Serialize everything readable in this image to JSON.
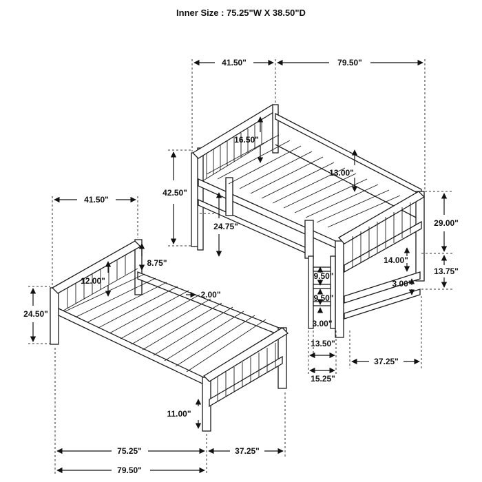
{
  "title": "Inner Size : 75.25\"W X  38.50\"D",
  "top_bed": {
    "width_head": "41.50\"",
    "length": "79.50\"",
    "headboard_height": "16.50\"",
    "slat_gap": "13.00\"",
    "overall_height": "42.50\"",
    "underside_clearance": "24.75\"",
    "side_height": "29.00\"",
    "rail_height": "14.00\"",
    "leg_height": "13.75\"",
    "foot_gap": "3.00\""
  },
  "ladder": {
    "step_spacing_1": "9.50\"",
    "step_spacing_2": "9.50\"",
    "bottom_gap": "3.00\"",
    "inner_width": "13.50\"",
    "outer_width": "15.25\"",
    "offset": "37.25\""
  },
  "bottom_bed": {
    "width_head": "41.50\"",
    "headboard_top": "8.75\"",
    "headboard_height": "12.00\"",
    "slat_spacing": "2.00\"",
    "overall_height": "24.50\"",
    "leg_height": "11.00\"",
    "inner_length": "75.25\"",
    "offset": "37.25\"",
    "length": "79.50\""
  }
}
